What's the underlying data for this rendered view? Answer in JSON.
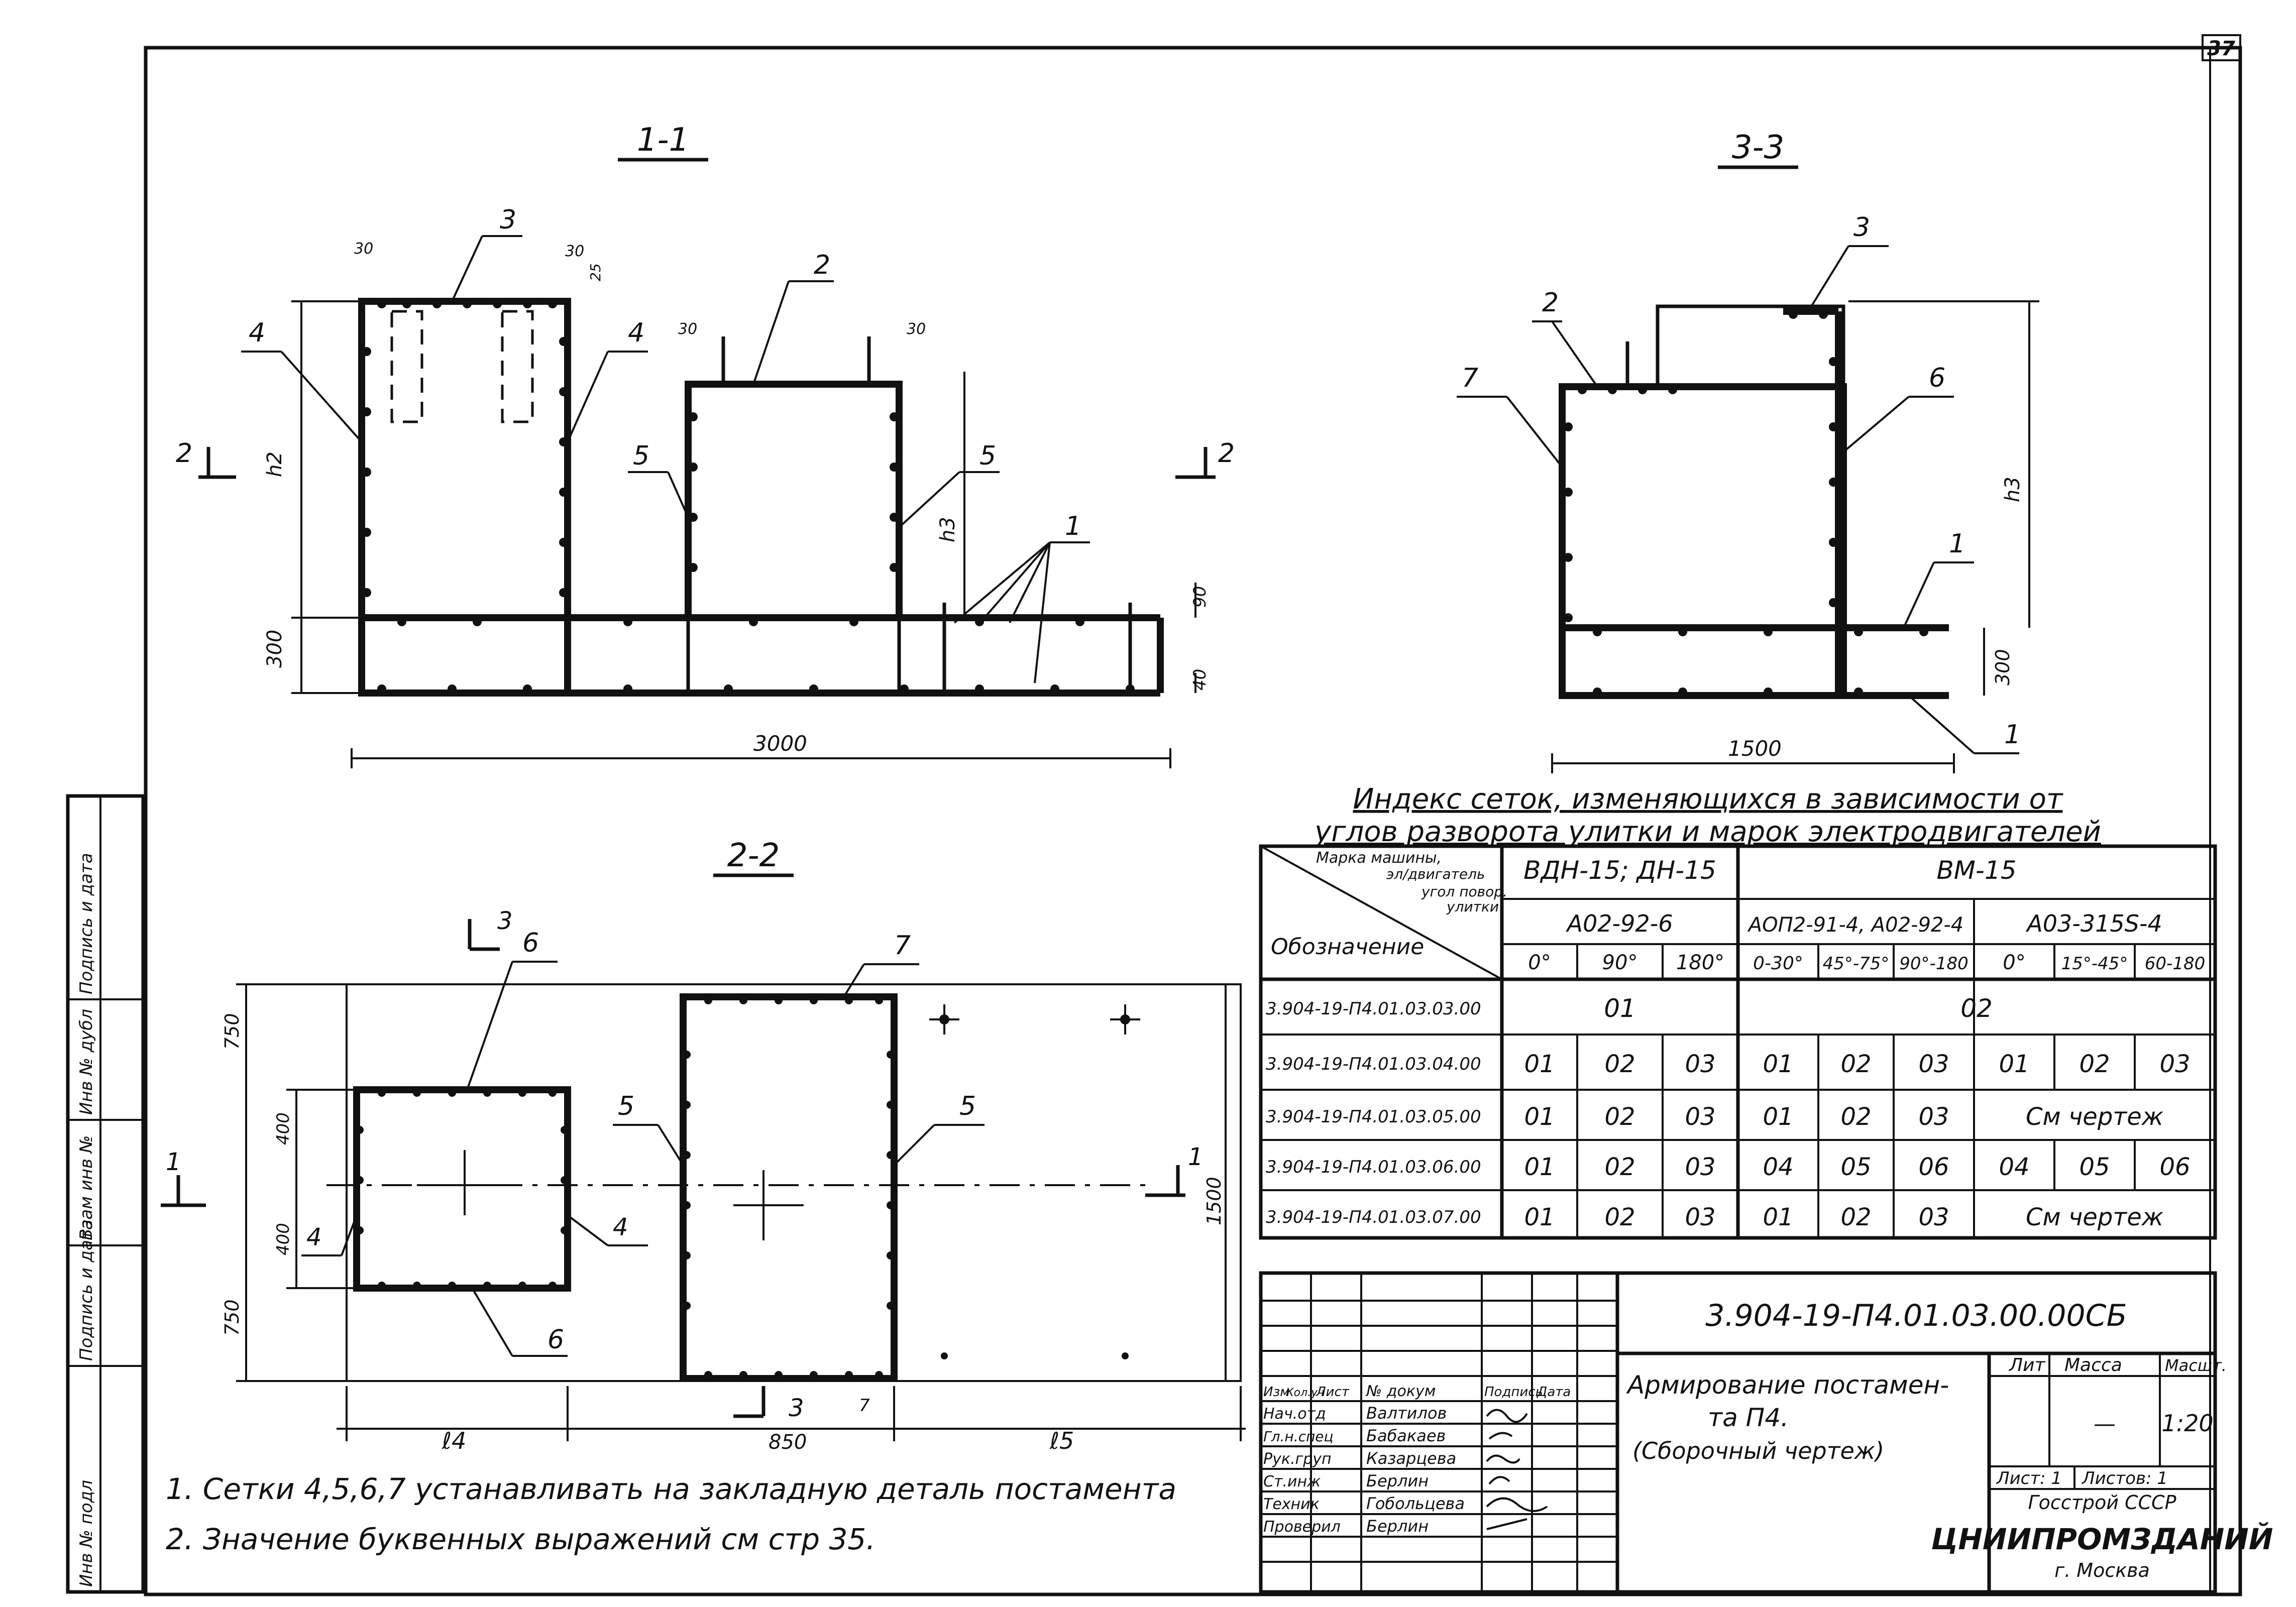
{
  "sheet": {
    "page_number": "37"
  },
  "section_1_1": {
    "title": "1-1",
    "callouts": [
      "3",
      "2",
      "4",
      "4",
      "5",
      "5",
      "1",
      "2",
      "2"
    ],
    "dims": {
      "cover_a": "30",
      "cover_b": "30",
      "cover_c": "25",
      "cover_d": "30",
      "cover_e": "30",
      "height_h2": "h2",
      "height_h3": "h3",
      "base_h": "300",
      "top_right_a": "90",
      "bottom_right_a": "40",
      "length": "3000"
    }
  },
  "section_3_3": {
    "title": "3-3",
    "callouts": [
      "3",
      "2",
      "7",
      "6",
      "1",
      "1"
    ],
    "dims": {
      "height_h3": "h3",
      "base_h": "300",
      "length": "1500"
    }
  },
  "section_2_2": {
    "title": "2-2",
    "callouts": [
      "6",
      "7",
      "5",
      "5",
      "4",
      "4",
      "6"
    ],
    "cut_marks": [
      "3",
      "3",
      "1",
      "1"
    ],
    "dims": {
      "top": "750",
      "a": "400",
      "b": "400",
      "bottom": "750",
      "height": "1500",
      "l4": "ℓ4",
      "mid": "850",
      "l5": "ℓ5",
      "right_mark": "7"
    }
  },
  "notes": [
    "1. Сетки 4,5,6,7 устанавливать на закладную деталь постамента",
    "2. Значение буквенных выражений см стр 35."
  ],
  "index_table": {
    "title_line1": "Индекс сеток, изменяющихся в зависимости от",
    "title_line2": "углов разворота улитки и марок электродвигателей",
    "corner_top": [
      "Марка машины,",
      "эл/двигатель",
      "угол повор.",
      "улитки"
    ],
    "corner_bottom": "Обозначение",
    "groups": [
      "ВДН-15; ДН-15",
      "ВМ-15"
    ],
    "motors": [
      "А02-92-6",
      "АОП2-91-4, А02-92-4",
      "А03-315S-4"
    ],
    "angles": [
      "0°",
      "90°",
      "180°",
      "0-30°",
      "45°-75°",
      "90°-180",
      "0°",
      "15°-45°",
      "60-180"
    ],
    "rows": [
      {
        "designation": "3.904-19-П4.01.03.03.00",
        "merged": [
          "01",
          "02"
        ]
      },
      {
        "designation": "3.904-19-П4.01.03.04.00",
        "cells": [
          "01",
          "02",
          "03",
          "01",
          "02",
          "03",
          "01",
          "02",
          "03"
        ]
      },
      {
        "designation": "3.904-19-П4.01.03.05.00",
        "cells": [
          "01",
          "02",
          "03",
          "01",
          "02",
          "03"
        ],
        "tail": "См чертеж"
      },
      {
        "designation": "3.904-19-П4.01.03.06.00",
        "cells": [
          "01",
          "02",
          "03",
          "04",
          "05",
          "06",
          "04",
          "05",
          "06"
        ]
      },
      {
        "designation": "3.904-19-П4.01.03.07.00",
        "cells": [
          "01",
          "02",
          "03",
          "01",
          "02",
          "03"
        ],
        "tail": "См чертеж"
      }
    ]
  },
  "title_block": {
    "code": "3.904-19-П4.01.03.00.00СБ",
    "name_line1": "Армирование постамен-",
    "name_line2": "та П4.",
    "name_line3": "(Сборочный чертеж)",
    "hdr_lit": "Лит",
    "hdr_mass": "Масса",
    "hdr_scale": "Масшт.",
    "mass_value": "—",
    "scale_value": "1:20",
    "sheet": "Лист: 1",
    "sheets": "Листов: 1",
    "org1": "Госстрой СССР",
    "org2": "ЦНИИПРОМЗДАНИЙ",
    "org3": "г. Москва",
    "cols_header": [
      "Изм",
      "Кол.уч",
      "Лист",
      "№ докум",
      "Подпись",
      "Дата"
    ],
    "roles": [
      {
        "role": "Нач.отд",
        "name": "Валтилов"
      },
      {
        "role": "Гл.н.спец",
        "name": "Бабакаев"
      },
      {
        "role": "Рук.груп",
        "name": "Казарцева"
      },
      {
        "role": "Ст.инж",
        "name": "Берлин"
      },
      {
        "role": "Техник",
        "name": "Гобольцева"
      },
      {
        "role": "Проверил",
        "name": "Берлин"
      }
    ]
  },
  "side_stamp": [
    "Инв № подл",
    "Подпись и дата",
    "Взам инв №",
    "Инв № дубл",
    "Подпись и дата"
  ]
}
